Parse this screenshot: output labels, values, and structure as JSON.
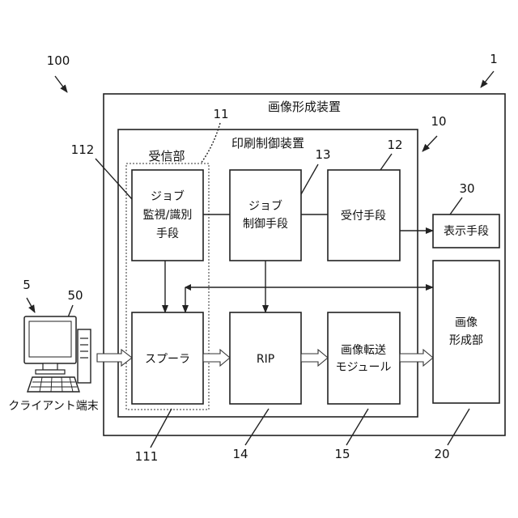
{
  "apparatus": {
    "number": "100"
  },
  "image_forming_device": {
    "number": "1",
    "title": "画像形成装置"
  },
  "print_controller": {
    "number": "10",
    "title": "印刷制御装置"
  },
  "receiver_section": {
    "number": "11",
    "title": "受信部"
  },
  "blocks": {
    "job_monitor": {
      "number": "112",
      "lines": [
        "ジョブ",
        "監視/識別",
        "手段"
      ]
    },
    "job_control": {
      "number": "13",
      "lines": [
        "ジョブ",
        "制御手段"
      ]
    },
    "acceptance": {
      "number": "12",
      "lines": [
        "受付手段"
      ]
    },
    "display": {
      "number": "30",
      "lines": [
        "表示手段"
      ]
    },
    "spooler": {
      "number": "111",
      "lines": [
        "スプーラ"
      ]
    },
    "rip": {
      "number": "14",
      "lines": [
        "RIP"
      ]
    },
    "transfer": {
      "number": "15",
      "lines": [
        "画像転送",
        "モジュール"
      ]
    },
    "image_former": {
      "number": "20",
      "lines": [
        "画像",
        "形成部"
      ]
    }
  },
  "client": {
    "number": "5",
    "computer_number": "50",
    "label": "クライアント端末"
  }
}
